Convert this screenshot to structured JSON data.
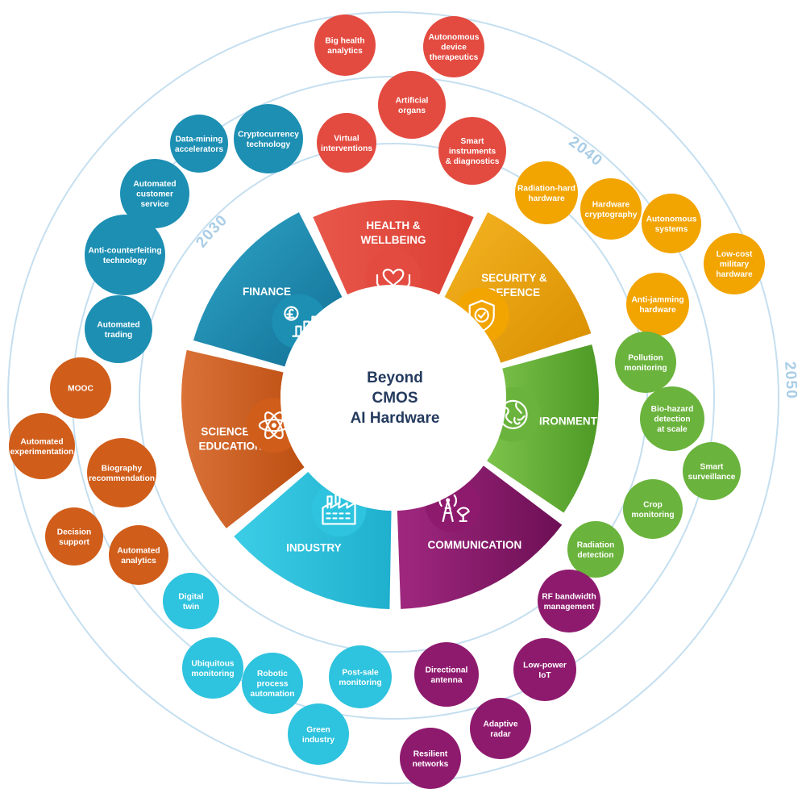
{
  "center": {
    "lines": [
      "Beyond",
      "CMOS",
      "AI Hardware"
    ]
  },
  "rings": [
    {
      "label": "2030"
    },
    {
      "label": "2040"
    },
    {
      "label": "2050"
    }
  ],
  "colors": {
    "health": "#e34b40",
    "security": "#f2a400",
    "environment": "#6ab33c",
    "communication": "#8e1a6e",
    "industry": "#2ec3de",
    "science": "#d05d1a",
    "finance": "#1c8fb3",
    "ring": "#c5dff0",
    "center_text": "#243a5e"
  },
  "sectors": [
    {
      "id": "health",
      "lines": [
        "HEALTH &",
        "WELLBEING"
      ],
      "icon": "heart-hands-icon"
    },
    {
      "id": "security",
      "lines": [
        "SECURITY &",
        "DEFENCE"
      ],
      "icon": "shield-check-icon"
    },
    {
      "id": "environment",
      "lines": [
        "ENVIRONMENT"
      ],
      "icon": "globe-leaf-icon"
    },
    {
      "id": "communication",
      "lines": [
        "COMMUNICATION"
      ],
      "icon": "antenna-tower-icon"
    },
    {
      "id": "industry",
      "lines": [
        "INDUSTRY"
      ],
      "icon": "factory-icon"
    },
    {
      "id": "science",
      "lines": [
        "SCIENCE &",
        "EDUCATION"
      ],
      "icon": "atom-icon"
    },
    {
      "id": "finance",
      "lines": [
        "FINANCE"
      ],
      "icon": "pound-chart-icon"
    }
  ],
  "bubbles": [
    {
      "sector": "health",
      "lines": [
        "Big health",
        "analytics"
      ]
    },
    {
      "sector": "health",
      "lines": [
        "Autonomous",
        "device",
        "therapeutics"
      ]
    },
    {
      "sector": "health",
      "lines": [
        "Artificial",
        "organs"
      ]
    },
    {
      "sector": "health",
      "lines": [
        "Virtual",
        "interventions"
      ]
    },
    {
      "sector": "health",
      "lines": [
        "Smart",
        "instruments",
        "& diagnostics"
      ]
    },
    {
      "sector": "security",
      "lines": [
        "Radiation-hard",
        "hardware"
      ]
    },
    {
      "sector": "security",
      "lines": [
        "Hardware",
        "cryptography"
      ]
    },
    {
      "sector": "security",
      "lines": [
        "Autonomous",
        "systems"
      ]
    },
    {
      "sector": "security",
      "lines": [
        "Low-cost",
        "military",
        "hardware"
      ]
    },
    {
      "sector": "security",
      "lines": [
        "Anti-jamming",
        "hardware"
      ]
    },
    {
      "sector": "environment",
      "lines": [
        "Pollution",
        "monitoring"
      ]
    },
    {
      "sector": "environment",
      "lines": [
        "Bio-hazard",
        "detection",
        "at scale"
      ]
    },
    {
      "sector": "environment",
      "lines": [
        "Smart",
        "surveillance"
      ]
    },
    {
      "sector": "environment",
      "lines": [
        "Crop",
        "monitoring"
      ]
    },
    {
      "sector": "environment",
      "lines": [
        "Radiation",
        "detection"
      ]
    },
    {
      "sector": "communication",
      "lines": [
        "RF bandwidth",
        "management"
      ]
    },
    {
      "sector": "communication",
      "lines": [
        "Low-power",
        "IoT"
      ]
    },
    {
      "sector": "communication",
      "lines": [
        "Adaptive",
        "radar"
      ]
    },
    {
      "sector": "communication",
      "lines": [
        "Resilient",
        "networks"
      ]
    },
    {
      "sector": "communication",
      "lines": [
        "Directional",
        "antenna"
      ]
    },
    {
      "sector": "industry",
      "lines": [
        "Post-sale",
        "monitoring"
      ]
    },
    {
      "sector": "industry",
      "lines": [
        "Green",
        "industry"
      ]
    },
    {
      "sector": "industry",
      "lines": [
        "Robotic",
        "process",
        "automation"
      ]
    },
    {
      "sector": "industry",
      "lines": [
        "Ubiquitous",
        "monitoring"
      ]
    },
    {
      "sector": "industry",
      "lines": [
        "Digital",
        "twin"
      ]
    },
    {
      "sector": "science",
      "lines": [
        "Automated",
        "analytics"
      ]
    },
    {
      "sector": "science",
      "lines": [
        "Decision",
        "support"
      ]
    },
    {
      "sector": "science",
      "lines": [
        "Biography",
        "recommendation"
      ]
    },
    {
      "sector": "science",
      "lines": [
        "Automated",
        "experimentation"
      ]
    },
    {
      "sector": "science",
      "lines": [
        "MOOC"
      ]
    },
    {
      "sector": "finance",
      "lines": [
        "Automated",
        "trading"
      ]
    },
    {
      "sector": "finance",
      "lines": [
        "Anti-counterfeiting",
        "technology"
      ]
    },
    {
      "sector": "finance",
      "lines": [
        "Automated",
        "customer",
        "service"
      ]
    },
    {
      "sector": "finance",
      "lines": [
        "Data-mining",
        "accelerators"
      ]
    },
    {
      "sector": "finance",
      "lines": [
        "Cryptocurrency",
        "technology"
      ]
    }
  ]
}
